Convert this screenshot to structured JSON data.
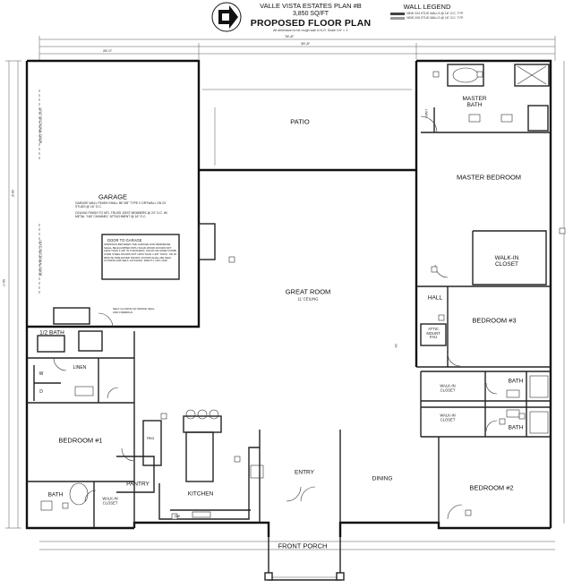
{
  "title_block": {
    "line1": "VALLE VISTA ESTATES PLAN #B",
    "line2": "3,850 SQ/FT",
    "main_title": "PROPOSED FLOOR PLAN",
    "note": "All dimension to be rough wall U.N.O.      Scale 1/4\" = 1'"
  },
  "wall_legend": {
    "title": "WALL LEGEND",
    "row1": "NEW 2X4 STUD WALLS @ 16\" O.C. TYP.",
    "row2": "NEW 2X6 STUD WALLS @ 16\" O.C. TYP."
  },
  "rooms": {
    "patio": "PATIO",
    "garage": "GARAGE",
    "master_bath": "MASTER\nBATH",
    "master_bedroom": "MASTER BEDROOM",
    "walkin_closet_master": "WALK-IN\nCLOSET",
    "great_room": "GREAT ROOM",
    "great_room_ceiling": "11' CEILING",
    "hall": "HALL",
    "bedroom3": "BEDROOM #3",
    "half_bath": "1/2 BATH",
    "linen_hall": "LINEN",
    "linen_master": "LINEN",
    "bedroom1": "BEDROOM #1",
    "pantry": "PANTRY",
    "kitchen": "KITCHEN",
    "bath_left": "BATH",
    "walkin_closet_b1": "WALK-IN\nCLOSET",
    "entry": "ENTRY",
    "dining": "DINING",
    "walkin_closet_r1": "WALK-IN\nCLOSET",
    "walkin_closet_r2": "WALK-IN\nCLOSET",
    "bath_r1": "BATH",
    "bath_r2": "BATH",
    "bedroom2": "BEDROOM #2",
    "front_porch": "FRONT PORCH",
    "attic": "ATTIC\nMOUNT\nFAU",
    "washer": "W",
    "dryer": "D",
    "frig": "FRIG",
    "dw": "DW"
  },
  "garage_notes": {
    "note1": "GARAGE WALL FINISH SHALL BE 5/8\" TYPE X DRYWALL ON 2X STUDS @ 16\" O.C.",
    "note2": "CEILING FINISH TO MTL TRUSS JOIST MEMBERS @ 24\" O.C. W/ METAL \"HAT CHANNEL\" ATTACHMENT @ 16\" O.C.",
    "door_title": "DOOR TO GARAGE",
    "door_note": "OPENINGS BETWEEN THE GARAGE AND RESIDENCE SHALL BE EQUIPPED WITH SOLID WOOD DOORS NOT LESS THAN 1-3/8\" IN THICKNESS, SOLID OR HONEYCOMB-CORE STEEL DOORS NOT LESS THAN 1-3/8\" THICK, OR 20 MINUTE FIRE-RATED DOORS. DOORS SHALL BE SELF-CLOSING AND SELF-LATCHING. R302.5.1 CRC 2019",
    "self_closing": "SELF CLOSING W/ SMOKE SEAL AND FIREBOLD",
    "sectional_door_left": "16'X7' SECTIONAL DOOR",
    "sectional_door_left2": "16'X7' SECTIONAL DOOR"
  },
  "dimensions": {
    "overall_width": "78'-8\"",
    "inner_top": "39'-8\"",
    "left_total": "66'-0\"",
    "left_a": "58'-8\"",
    "garage_w": "26'-0\"",
    "great_room_d": "34'"
  }
}
